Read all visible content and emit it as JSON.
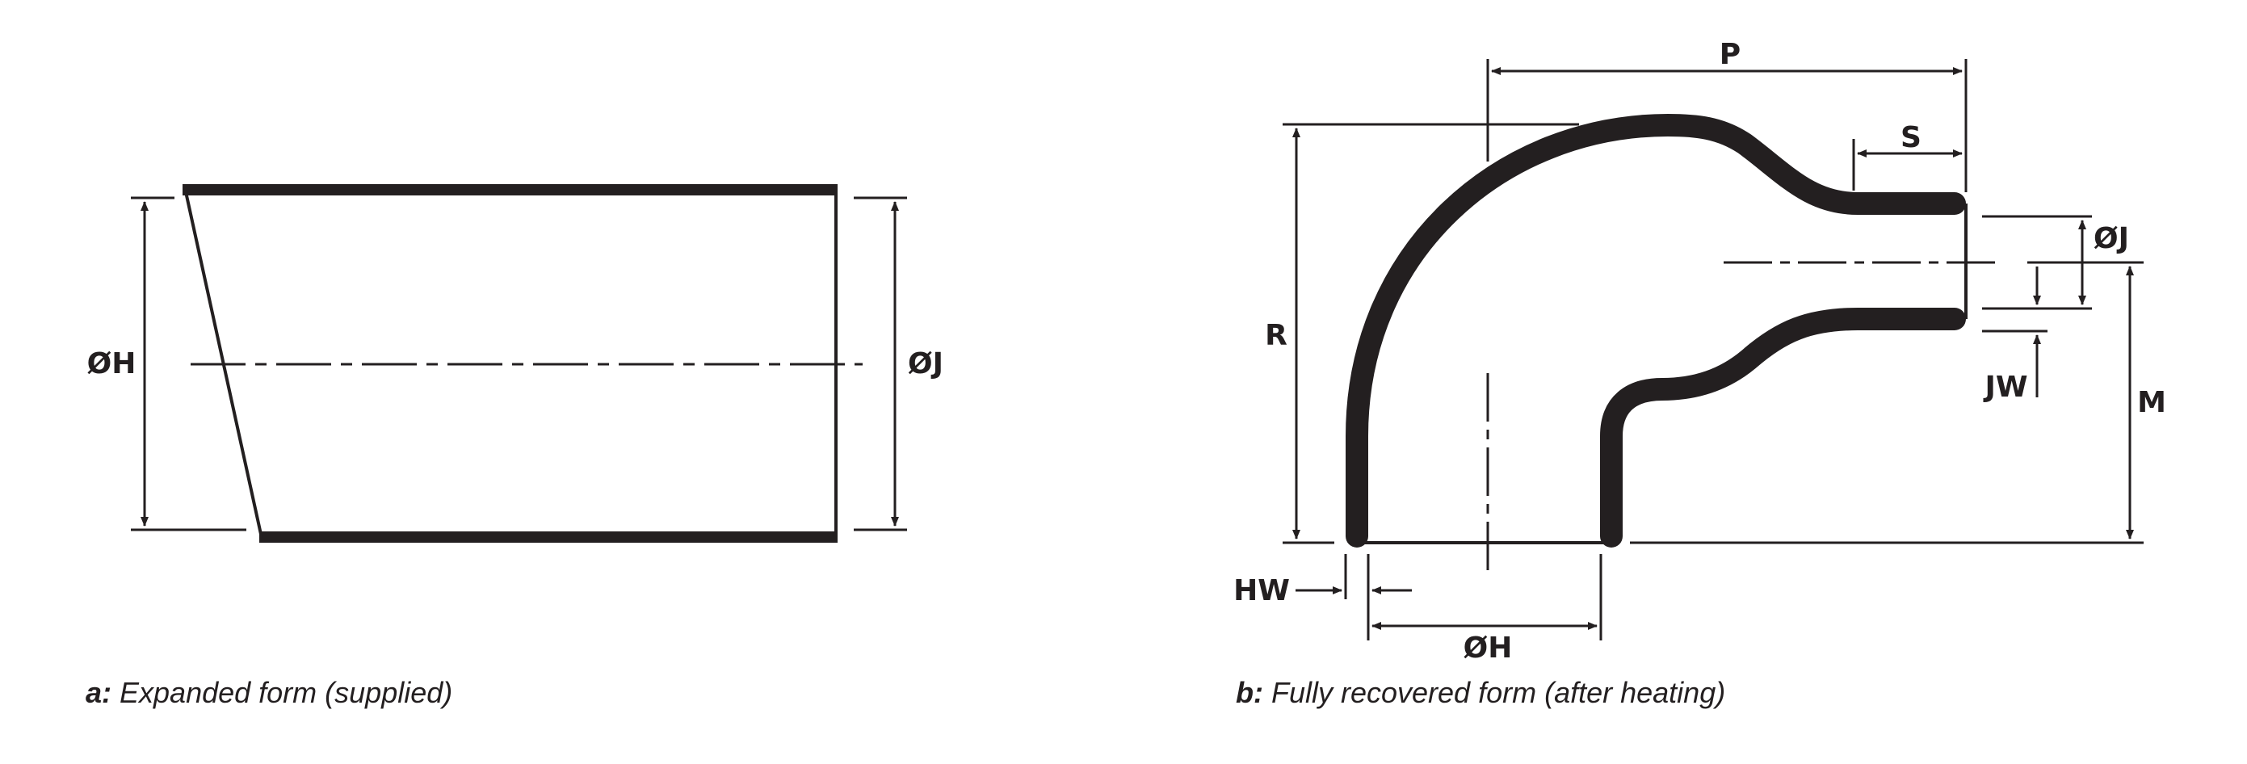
{
  "figure_a": {
    "labels": {
      "dia_h": "ØH",
      "dia_j": "ØJ"
    },
    "caption": {
      "letter": "a:",
      "text": " Expanded form (supplied)"
    }
  },
  "figure_b": {
    "labels": {
      "p": "P",
      "s": "S",
      "r": "R",
      "dia_j": "ØJ",
      "m": "M",
      "jw": "JW",
      "hw": "HW",
      "dia_h": "ØH"
    },
    "caption": {
      "letter": "b:",
      "text": " Fully recovered form (after heating)"
    }
  },
  "colors": {
    "ink": "#231f20",
    "background": "#ffffff"
  }
}
